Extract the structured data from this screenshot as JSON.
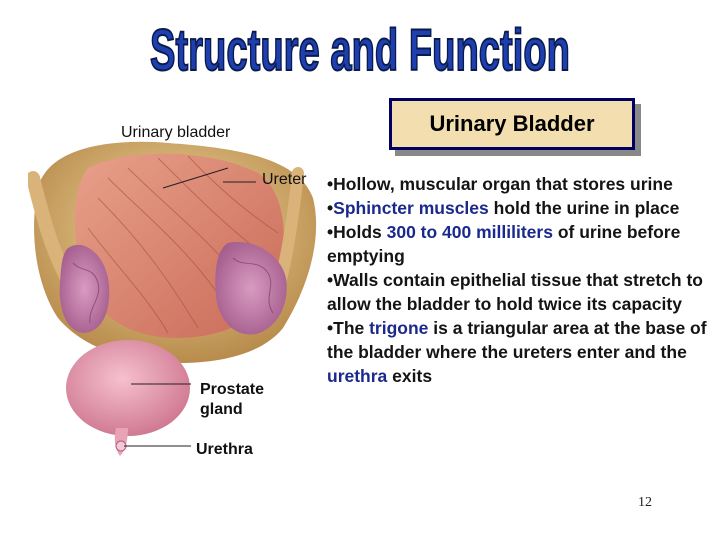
{
  "slide": {
    "title": "Structure and Function",
    "colors": {
      "title_fill": "#1e3fb0",
      "title_outline": "#0a1a4a",
      "box_fill": "#f3deb0",
      "box_border": "#000060",
      "highlight": "#1a2a8c"
    }
  },
  "figure": {
    "labels": {
      "bladder": "Urinary bladder",
      "ureter": "Ureter",
      "prostate": "Prostate gland",
      "urethra": "Urethra"
    }
  },
  "heading_box": {
    "text": "Urinary Bladder"
  },
  "bullets": [
    {
      "parts": [
        "•Hollow, muscular organ that stores urine"
      ]
    },
    {
      "pre": "•",
      "highlight": "Sphincter muscles",
      "post": " hold the urine in place"
    },
    {
      "pre": "•Holds ",
      "highlight": "300 to 400 milliliters",
      "post": " of urine before emptying"
    },
    {
      "parts": [
        "•Walls contain epithelial tissue that stretch to allow the bladder to hold twice its capacity"
      ]
    },
    {
      "pre": "•The ",
      "highlight": "trigone",
      "post": " is a triangular area at the base of the bladder where the ureters enter and the ",
      "highlight2": "urethra",
      "post2": " exits"
    }
  ],
  "page_number": "12"
}
